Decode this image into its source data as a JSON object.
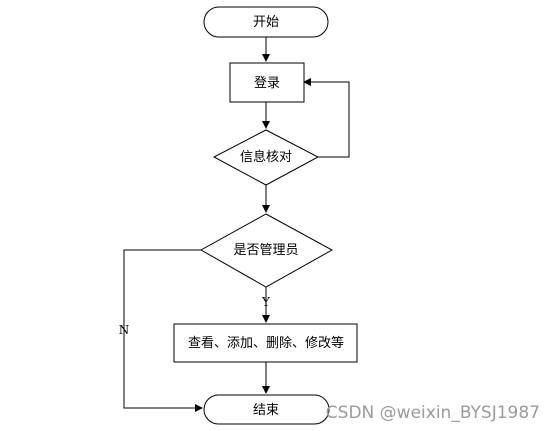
{
  "nodes": {
    "start": "开始",
    "login": "登录",
    "verify": "信息核对",
    "is_admin": "是否管理员",
    "actions": "查看、添加、删除、修改等",
    "end": "结束"
  },
  "edge_labels": {
    "yes": "Y",
    "no": "N"
  },
  "watermark": "CSDN @weixin_BYSJ1987"
}
